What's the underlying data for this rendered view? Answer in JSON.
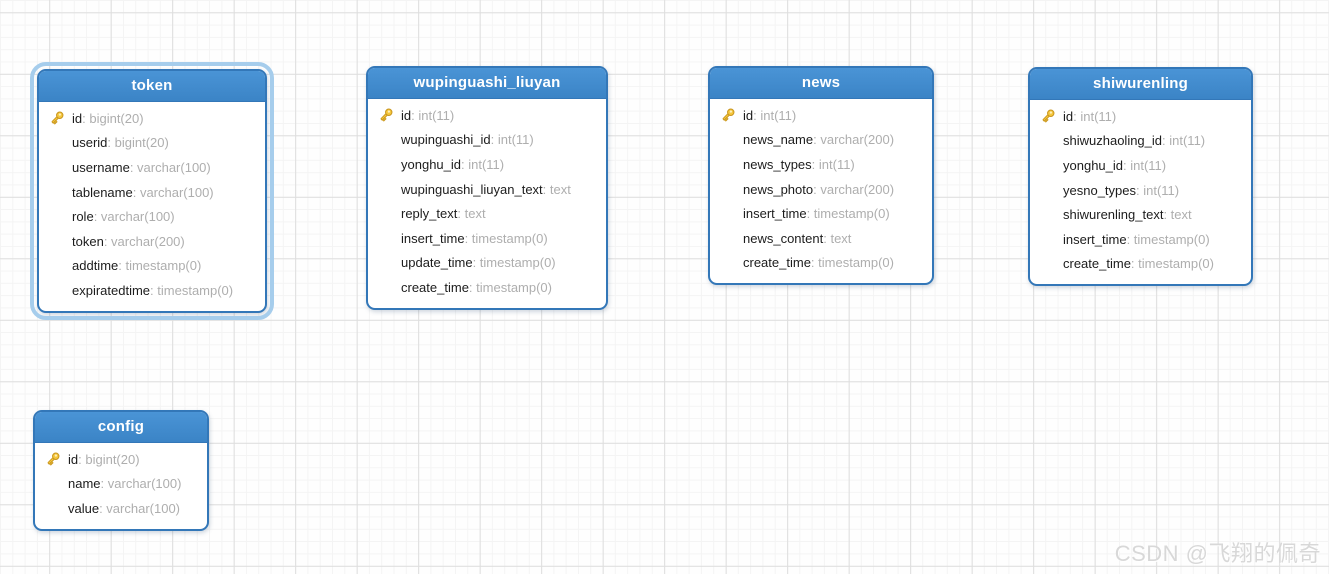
{
  "colors": {
    "header_blue": "#3e8acc",
    "table_border": "#3377b8",
    "selection_halo": "#a6cdec",
    "field_name_color": "#1c1c1c",
    "field_type_color": "#aeaeae",
    "key_icon_gold": "#f5c73d",
    "grid_minor": "#f4f4f4",
    "grid_major": "#dedede"
  },
  "field_separator": ": ",
  "watermark": {
    "text": "CSDN @飞翔的佩奇"
  },
  "tables": [
    {
      "name": "token",
      "selected": true,
      "fields": [
        {
          "name": "id",
          "type": "bigint(20)",
          "key": true
        },
        {
          "name": "userid",
          "type": "bigint(20)",
          "key": false
        },
        {
          "name": "username",
          "type": "varchar(100)",
          "key": false
        },
        {
          "name": "tablename",
          "type": "varchar(100)",
          "key": false
        },
        {
          "name": "role",
          "type": "varchar(100)",
          "key": false
        },
        {
          "name": "token",
          "type": "varchar(200)",
          "key": false
        },
        {
          "name": "addtime",
          "type": "timestamp(0)",
          "key": false
        },
        {
          "name": "expiratedtime",
          "type": "timestamp(0)",
          "key": false
        }
      ]
    },
    {
      "name": "wupinguashi_liuyan",
      "selected": false,
      "fields": [
        {
          "name": "id",
          "type": "int(11)",
          "key": true
        },
        {
          "name": "wupinguashi_id",
          "type": "int(11)",
          "key": false
        },
        {
          "name": "yonghu_id",
          "type": "int(11)",
          "key": false
        },
        {
          "name": "wupinguashi_liuyan_text",
          "type": "text",
          "key": false
        },
        {
          "name": "reply_text",
          "type": "text",
          "key": false
        },
        {
          "name": "insert_time",
          "type": "timestamp(0)",
          "key": false
        },
        {
          "name": "update_time",
          "type": "timestamp(0)",
          "key": false
        },
        {
          "name": "create_time",
          "type": "timestamp(0)",
          "key": false
        }
      ]
    },
    {
      "name": "news",
      "selected": false,
      "fields": [
        {
          "name": "id",
          "type": "int(11)",
          "key": true
        },
        {
          "name": "news_name",
          "type": "varchar(200)",
          "key": false
        },
        {
          "name": "news_types",
          "type": "int(11)",
          "key": false
        },
        {
          "name": "news_photo",
          "type": "varchar(200)",
          "key": false
        },
        {
          "name": "insert_time",
          "type": "timestamp(0)",
          "key": false
        },
        {
          "name": "news_content",
          "type": "text",
          "key": false
        },
        {
          "name": "create_time",
          "type": "timestamp(0)",
          "key": false
        }
      ]
    },
    {
      "name": "shiwurenling",
      "selected": false,
      "fields": [
        {
          "name": "id",
          "type": "int(11)",
          "key": true
        },
        {
          "name": "shiwuzhaoling_id",
          "type": "int(11)",
          "key": false
        },
        {
          "name": "yonghu_id",
          "type": "int(11)",
          "key": false
        },
        {
          "name": "yesno_types",
          "type": "int(11)",
          "key": false
        },
        {
          "name": "shiwurenling_text",
          "type": "text",
          "key": false
        },
        {
          "name": "insert_time",
          "type": "timestamp(0)",
          "key": false
        },
        {
          "name": "create_time",
          "type": "timestamp(0)",
          "key": false
        }
      ]
    },
    {
      "name": "config",
      "selected": false,
      "fields": [
        {
          "name": "id",
          "type": "bigint(20)",
          "key": true
        },
        {
          "name": "name",
          "type": "varchar(100)",
          "key": false
        },
        {
          "name": "value",
          "type": "varchar(100)",
          "key": false
        }
      ]
    }
  ]
}
